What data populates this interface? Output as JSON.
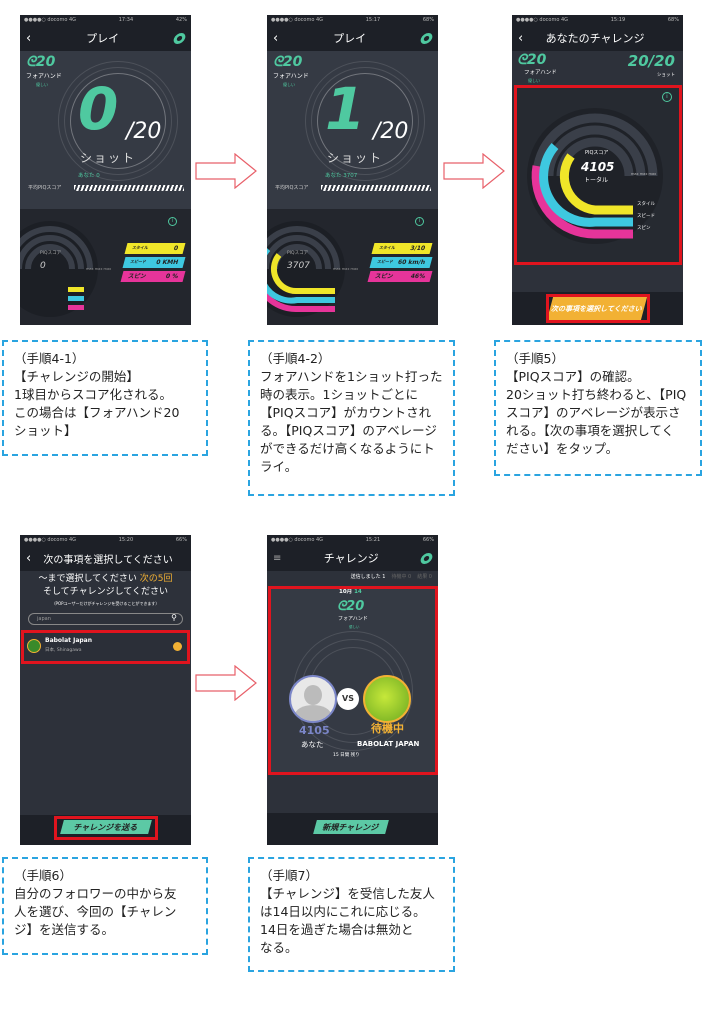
{
  "phones": [
    {
      "status": {
        "carrier": "●●●●○ docomo 4G",
        "time": "17:34",
        "battery": "42%"
      },
      "title": "プレイ",
      "badge_count": "20",
      "badge_label": "フォアハンド",
      "badge_sub": "優しい",
      "count": "0",
      "total": "/20",
      "unit": "ショット",
      "you": "あなた 0",
      "avg_label": "平均PIQスコア",
      "piq_label": "PIQスコア",
      "piq": "0",
      "style_label": "スタイル",
      "style": "0",
      "speed_label": "スピード",
      "speed": "0 KMH",
      "spin_label": "スピン",
      "spin": "0 %",
      "max": "max"
    },
    {
      "status": {
        "carrier": "●●●●○ docomo 4G",
        "time": "15:17",
        "battery": "68%"
      },
      "title": "プレイ",
      "badge_count": "20",
      "badge_label": "フォアハンド",
      "badge_sub": "優しい",
      "count": "1",
      "total": "/20",
      "unit": "ショット",
      "you": "あなた 3707",
      "avg_label": "平均PIQスコア",
      "piq_label": "PIQスコア",
      "piq": "3707",
      "style_label": "スタイル",
      "style": "3/10",
      "speed_label": "スピード",
      "speed": "60 km/h",
      "spin_label": "スピン",
      "spin": "46%",
      "max": "max"
    },
    {
      "status": {
        "carrier": "●●●●○ docomo 4G",
        "time": "15:19",
        "battery": "68%"
      },
      "title": "あなたのチャレンジ",
      "badge_count": "20",
      "badge_label": "フォアハンド",
      "badge_sub": "優しい",
      "score": "20/20",
      "score_unit": "ショット",
      "piq_label": "PIQスコア",
      "piq": "4105",
      "total_label": "トータル",
      "max": "max",
      "style_label": "スタイル",
      "speed_label": "スピード",
      "spin_label": "スピン",
      "button": "次の事項を選択してください"
    },
    {
      "status": {
        "carrier": "●●●●○ docomo 4G",
        "time": "15:20",
        "battery": "66%"
      },
      "title": "次の事項を選択してください",
      "line1": "〜まで選択してください",
      "line1_hl": "次の5回",
      "line2": "そしてチャレンジしてください",
      "note": "（POPユーザーだけがチャレンジを受けることができます）",
      "search_value": "japan",
      "friend_name": "Babolat Japan",
      "friend_loc": "日本, Shinagawa",
      "button": "チャレンジを送る"
    },
    {
      "status": {
        "carrier": "●●●●○ docomo 4G",
        "time": "15:21",
        "battery": "66%"
      },
      "title": "チャレンジ",
      "tabs": [
        "送信しました 1",
        "待機中 0",
        "結果 0"
      ],
      "month": "10月",
      "day": "14",
      "badge_count": "20",
      "badge_label": "フォアハンド",
      "badge_sub": "優しい",
      "vs": "VS",
      "my_score": "4105",
      "me": "あなた",
      "opp_status": "待機中",
      "opp_name": "BABOLAT JAPAN",
      "remaining": "15 日間 残り",
      "button": "新規チャレンジ"
    }
  ],
  "captions": [
    "（手順4-1）\n【チャレンジの開始】\n1球目からスコア化される。\nこの場合は【フォアハンド20\nショット】",
    "（手順4-2）\nフォアハンドを1ショット打った\n時の表示。1ショットごとに\n【PIQスコア】がカウントされ\nる。【PIQスコア】のアベレージ\nができるだけ高くなるようにト\nライ。",
    "（手順5）\n【PIQスコア】の確認。\n20ショット打ち終わると、【PIQ\nスコア】のアベレージが表示さ\nれる。【次の事項を選択してく\nださい】をタップ。",
    "（手順6）\n自分のフォロワーの中から友\n人を選び、今回の【チャレン\nジ】を送信する。",
    "（手順7）\n【チャレンジ】を受信した友人\nは14日以内にこれに応じる。\n14日を過ぎた場合は無効と\nなる。"
  ]
}
